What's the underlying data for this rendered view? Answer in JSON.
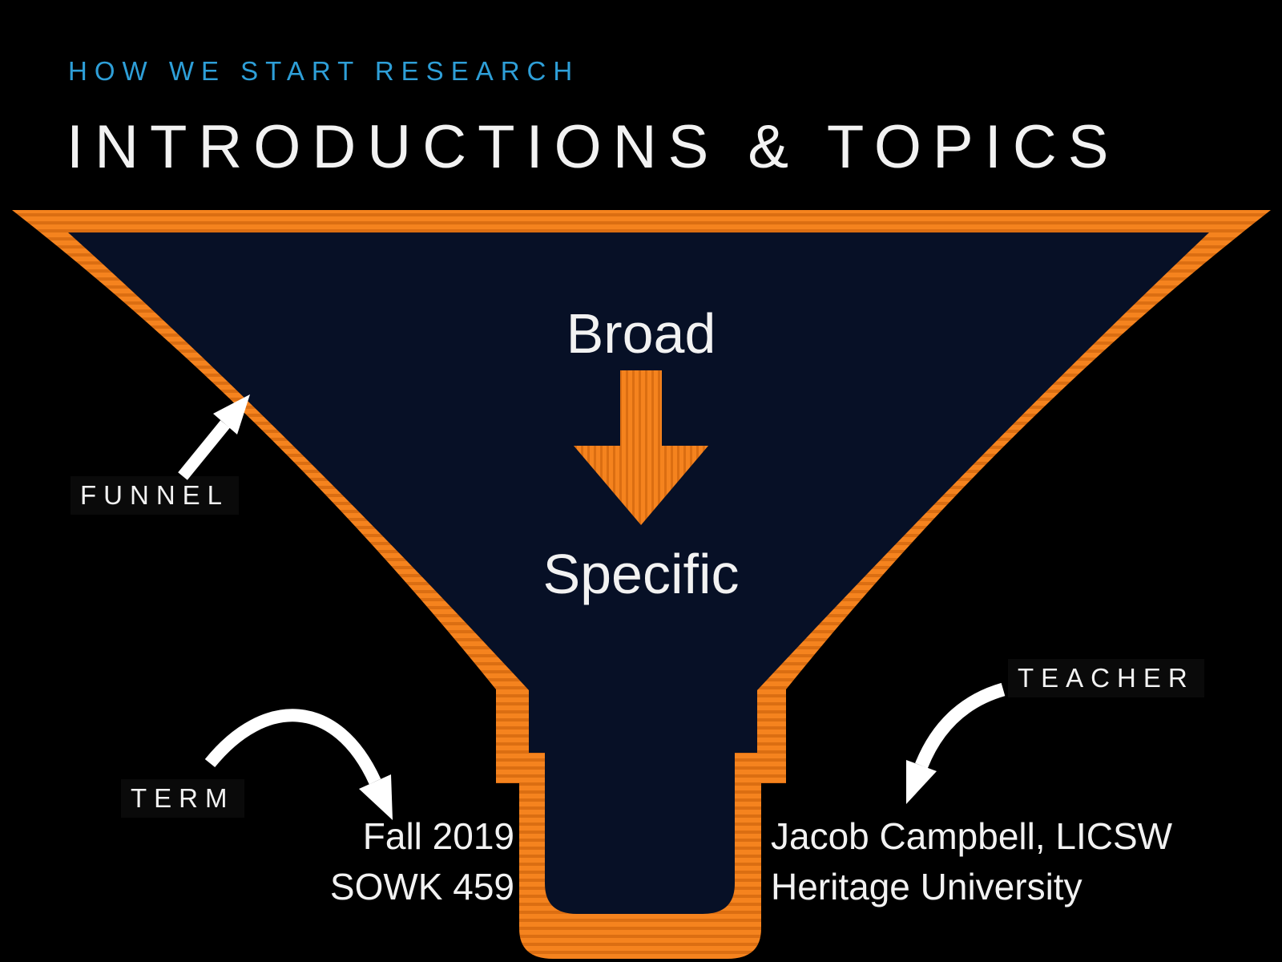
{
  "kicker": "HOW WE START RESEARCH",
  "title": "INTRODUCTIONS & TOPICS",
  "diagram": {
    "broad_label": "Broad",
    "specific_label": "Specific",
    "funnel_label": "FUNNEL"
  },
  "term": {
    "label": "TERM",
    "line1": "Fall 2019",
    "line2": "SOWK 459"
  },
  "teacher": {
    "label": "TEACHER",
    "line1": "Jacob Campbell, LICSW",
    "line2": "Heritage University"
  },
  "colors": {
    "background": "#000000",
    "funnel_navy": "#071026",
    "orange_light": "#F5831E",
    "orange_dark": "#DB6E12",
    "kicker_blue": "#2E9FD8",
    "text_white": "#F2F2F2",
    "arrow_white": "#FFFFFF"
  }
}
